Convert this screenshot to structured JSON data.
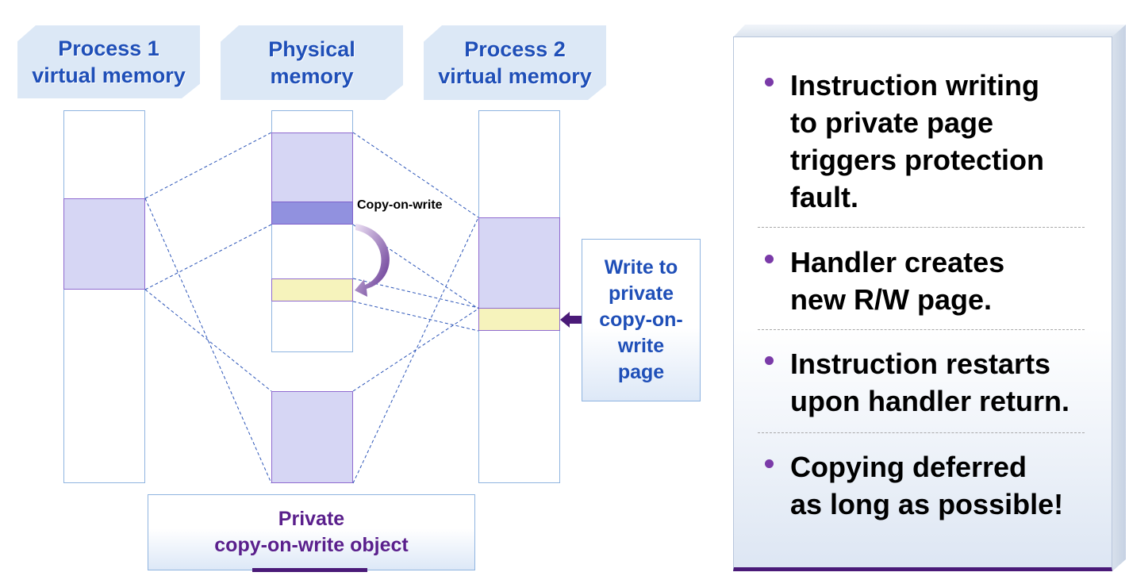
{
  "headers": {
    "process1": [
      "Process 1",
      "virtual memory"
    ],
    "physical": [
      "Physical",
      "memory"
    ],
    "process2": [
      "Process 2",
      "virtual memory"
    ]
  },
  "cow_label": "Copy-on-write",
  "write_box": [
    "Write to",
    "private",
    "copy-on-",
    "write",
    "page"
  ],
  "object_box": [
    "Private",
    "copy-on-write object"
  ],
  "bullets": [
    [
      "Instruction writing",
      "to private page",
      "triggers protection",
      "fault."
    ],
    [
      "Handler creates",
      "new R/W page."
    ],
    [
      "Instruction restarts",
      "upon handler return."
    ],
    [
      "Copying deferred",
      "as long as possible!"
    ]
  ],
  "colors": {
    "header_bg": "#dce8f6",
    "header_text": "#1f4fb8",
    "block_lavender": "#d6d6f4",
    "block_dark": "#9191df",
    "block_yellow": "#f6f3bc",
    "object_text": "#5a1f8c",
    "bullet_dot": "#7a3aa8"
  }
}
